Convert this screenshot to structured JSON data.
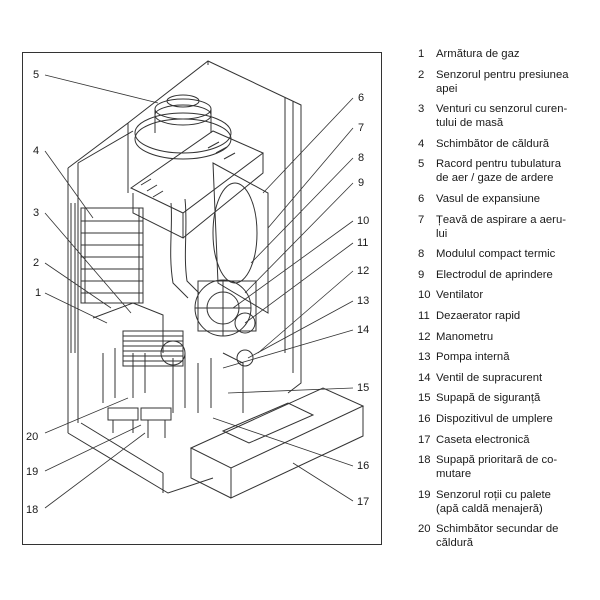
{
  "callouts": [
    {
      "number": "1",
      "label": "Armătura de gaz"
    },
    {
      "number": "2",
      "label": "Senzorul pentru presiunea apei"
    },
    {
      "number": "3",
      "label": "Venturi cu senzorul curentului de masă"
    },
    {
      "number": "4",
      "label": "Schimbător de căldură"
    },
    {
      "number": "5",
      "label": "Racord pentru tubulatura de aer / gaze de ardere"
    },
    {
      "number": "6",
      "label": "Vasul de expansiune"
    },
    {
      "number": "7",
      "label": "Țeavă de aspirare a aerului"
    },
    {
      "number": "8",
      "label": "Modulul compact termic"
    },
    {
      "number": "9",
      "label": "Electrodul de aprindere"
    },
    {
      "number": "10",
      "label": "Ventilator"
    },
    {
      "number": "11",
      "label": "Dezaerator rapid"
    },
    {
      "number": "12",
      "label": "Manometru"
    },
    {
      "number": "13",
      "label": "Pompa internă"
    },
    {
      "number": "14",
      "label": "Ventil de supracurent"
    },
    {
      "number": "15",
      "label": "Supapă de siguranță"
    },
    {
      "number": "16",
      "label": "Dispozitivul de umplere"
    },
    {
      "number": "17",
      "label": "Caseta electronică"
    },
    {
      "number": "18",
      "label": "Supapă prioritară de comutare"
    },
    {
      "number": "19",
      "label": "Senzorul roții cu palete (apă caldă menajeră)"
    },
    {
      "number": "20",
      "label": "Schimbător secundar de căldură"
    }
  ],
  "legend_lines": [
    [
      "Armătura de gaz"
    ],
    [
      "Senzorul pentru presiunea",
      "apei"
    ],
    [
      "Venturi cu senzorul curen-",
      "tului de masă"
    ],
    [
      "Schimbător de căldură"
    ],
    [
      "Racord pentru tubulatura",
      "de aer / gaze de ardere"
    ],
    [
      "Vasul de expansiune"
    ],
    [
      "Țeavă de aspirare a aeru-",
      "lui"
    ],
    [
      "Modulul compact termic"
    ],
    [
      "Electrodul de aprindere"
    ],
    [
      "Ventilator"
    ],
    [
      "Dezaerator rapid"
    ],
    [
      "Manometru"
    ],
    [
      "Pompa internă"
    ],
    [
      "Ventil de supracurent"
    ],
    [
      "Supapă de siguranță"
    ],
    [
      "Dispozitivul de umplere"
    ],
    [
      "Caseta electronică"
    ],
    [
      "Supapă prioritară de co-",
      "mutare"
    ],
    [
      "Senzorul roții cu palete",
      "(apă caldă menajeră)"
    ],
    [
      "Schimbător secundar de",
      "căldură"
    ]
  ]
}
